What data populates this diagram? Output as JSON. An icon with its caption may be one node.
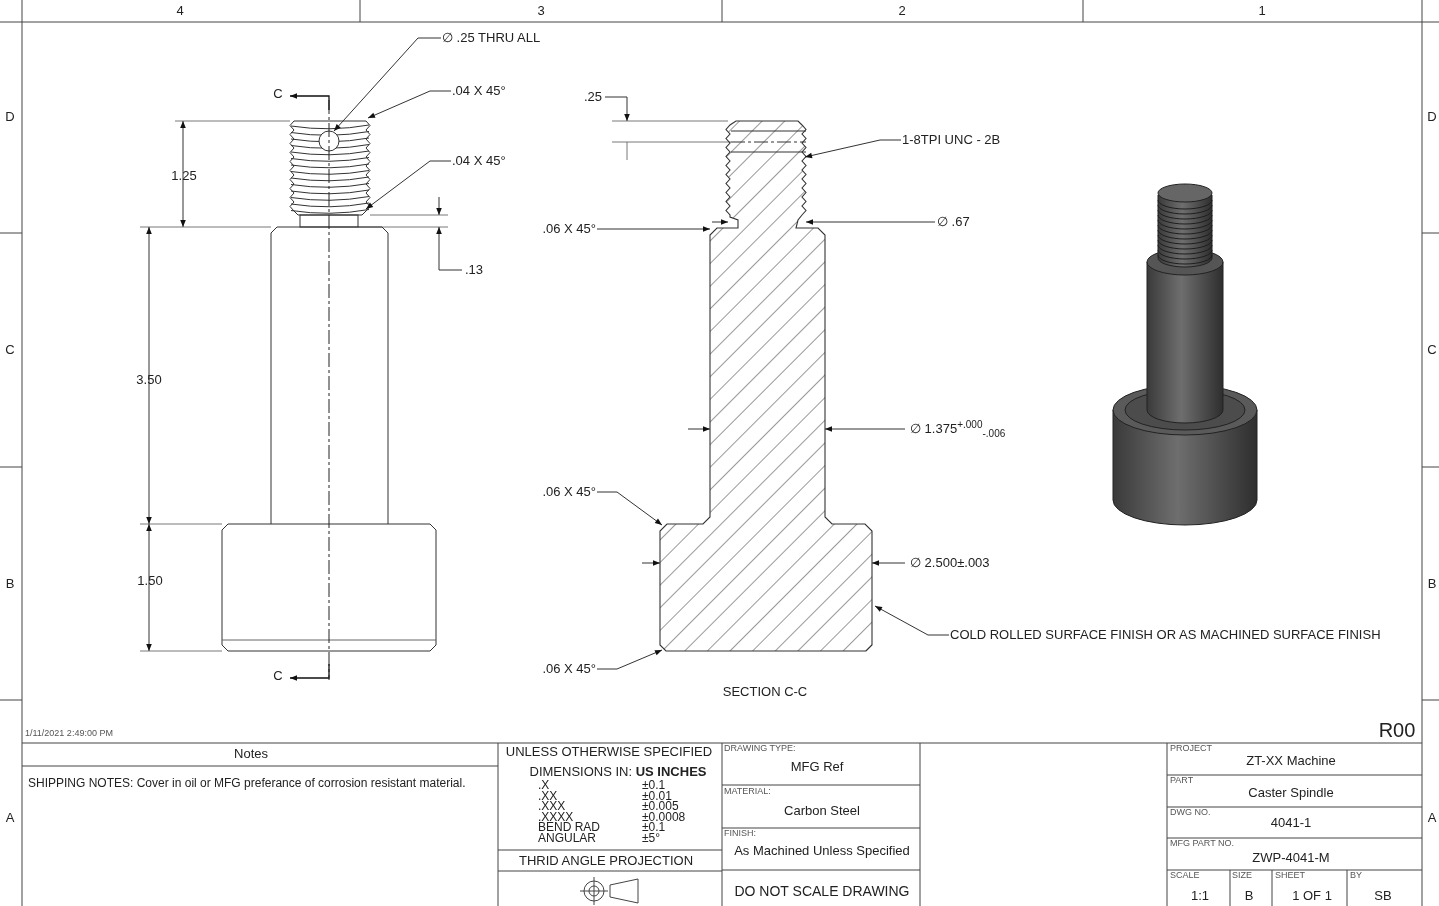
{
  "diagram": {
    "nodes": [
      {
        "text": [
          "∅ .25 THRU ALL"
        ]
      },
      {
        "text": [
          ".04 X 45°"
        ]
      },
      {
        "text": [
          ".04 X 45°"
        ]
      },
      {
        "text": [
          "1-8TPI UNC - 2B"
        ]
      },
      {
        "text": [
          ".06 X 45°"
        ]
      },
      {
        "text": [
          ".06 X 45°"
        ]
      },
      {
        "text": [
          ".06 X 45°"
        ]
      },
      {
        "text": [
          "COLD ROLLED SURFACE FINISH OR AS MACHINED SURFACE FINISH"
        ]
      },
      {
        "text": [],
        "shape": "picture"
      },
      {
        "text": [],
        "shape": "picture"
      }
    ],
    "edges": [
      {
        "from": 0,
        "to": 8,
        "arrow": "to"
      },
      {
        "from": 1,
        "to": 8,
        "arrow": "to"
      },
      {
        "from": 2,
        "to": 8,
        "arrow": "to"
      },
      {
        "from": 3,
        "to": 9,
        "arrow": "to"
      },
      {
        "from": 4,
        "to": 9,
        "arrow": "to"
      },
      {
        "from": 5,
        "to": 9,
        "arrow": "to"
      },
      {
        "from": 6,
        "to": 9,
        "arrow": "to"
      },
      {
        "from": 7,
        "to": 9,
        "arrow": "to"
      }
    ],
    "labels": [
      "4",
      "3",
      "2",
      "1",
      "D",
      "D",
      "C",
      "C",
      "B",
      "B",
      "A",
      "A",
      "C",
      "1.25",
      ".25",
      ".13",
      "∅ .67",
      "3.50",
      "∅ 1.375$^{+.000}$$_{-.006}$",
      "1.50",
      "∅ 2.500±.003",
      "C",
      "SECTION C-C",
      "1/11/2021 2:49:00 PM",
      "R00",
      "Notes",
      "SHIPPING NOTES: Cover in oil or MFG preferance of corrosion resistant material.",
      "UNLESS OTHERWISE SPECIFIED",
      "DIMENSIONS IN: **US INCHES**",
      ".X",
      "±0.1",
      ".XX",
      "±0.01",
      ".XXX",
      "±0.005",
      ".XXXX",
      "±0.0008",
      "BEND RAD",
      "±0.1",
      "ANGULAR",
      "±5°",
      "THRID ANGLE PROJECTION",
      "DRAWING TYPE:",
      "MFG Ref",
      "MATERIAL:",
      "Carbon Steel",
      "FINISH:",
      "As Machined Unless Specified",
      "DO NOT SCALE DRAWING",
      "PROJECT",
      "ZT-XX Machine",
      "PART",
      "Caster Spindle",
      "DWG NO.",
      "4041-1",
      "MFG PART NO.",
      "ZWP-4041-M",
      "SCALE",
      "SIZE",
      "SHEET",
      "BY",
      "1:1",
      "B",
      "1 OF 1",
      "SB"
    ]
  }
}
